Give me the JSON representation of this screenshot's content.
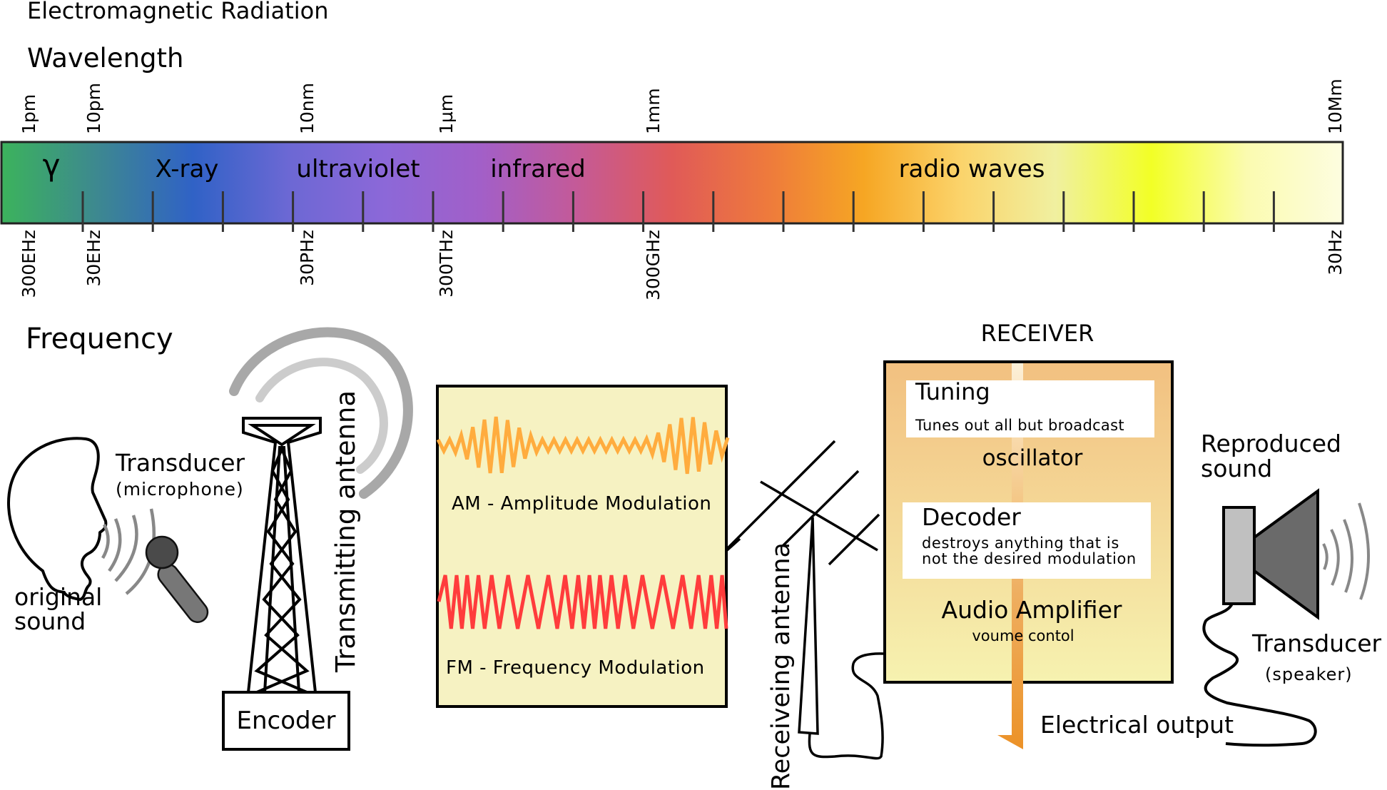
{
  "title": "Electromagnetic Radiation",
  "wavelength_label": "Wavelength",
  "frequency_label": "Frequency",
  "spectrum": {
    "wavelength_ticks": [
      "1pm",
      "10pm",
      "10nm",
      "1µm",
      "1mm",
      "10Mm"
    ],
    "frequency_ticks": [
      "300EHz",
      "30EHz",
      "30PHz",
      "300THz",
      "300GHz",
      "30Hz"
    ],
    "bands": [
      "γ",
      "X-ray",
      "ultraviolet",
      "infrared",
      "radio waves"
    ],
    "gradient_colors": [
      "#3cb35c",
      "#3d8890",
      "#3062c6",
      "#6c68d4",
      "#8c68d8",
      "#a25fc8",
      "#c45a98",
      "#e05a58",
      "#ee7a3c",
      "#f6a623",
      "#fbd36a",
      "#f0f0a0",
      "#f2ff26",
      "#fbfbb0",
      "#fdfde0"
    ],
    "minor_tick_count": 18
  },
  "transmitter": {
    "source_label_line1": "original",
    "source_label_line2": "sound",
    "mic_label": "Transducer",
    "mic_sublabel": "(microphone)",
    "antenna_label": "Transmitting antenna",
    "encoder_label": "Encoder"
  },
  "modulation": {
    "am_label": "AM - Amplitude Modulation",
    "fm_label": "FM - Frequency Modulation",
    "am_color": "#ffac3e",
    "fm_color": "#ff3c3c",
    "panel_color": "#f6f2c2"
  },
  "receiver": {
    "antenna_label": "Receiveing antenna",
    "title": "RECEIVER",
    "tuning_title": "Tuning",
    "tuning_desc": "Tunes out all but broadcast",
    "oscillator_label": "oscillator",
    "decoder_title": "Decoder",
    "decoder_desc_line1": "destroys anything that is",
    "decoder_desc_line2": "not the desired modulation",
    "amp_title": "Audio Amplifier",
    "amp_desc": "voume contol",
    "output_label": "Electrical output",
    "box_top_color": "#f2c080",
    "box_bottom_color": "#f6f2b0",
    "arrow_color": "#ec9228"
  },
  "speaker": {
    "label_line1": "Reproduced",
    "label_line2": "sound",
    "transducer_label": "Transducer",
    "transducer_sublabel": "(speaker)"
  }
}
